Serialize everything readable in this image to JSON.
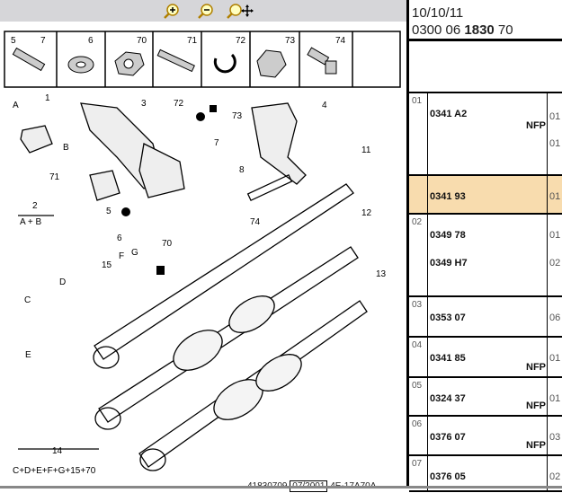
{
  "toolbar": {
    "zoom_in": "zoom-in",
    "zoom_out": "zoom-out",
    "zoom_fit": "zoom-pan"
  },
  "header": {
    "date": "10/10/11",
    "ref_prefix": "0300 06 ",
    "ref_bold": "1830",
    "ref_suffix": " 70"
  },
  "diagram": {
    "kit_labels": [
      "5",
      "7",
      "6",
      "70",
      "71",
      "72",
      "73",
      "74"
    ],
    "callouts": {
      "A": "A",
      "B": "B",
      "C": "C",
      "D": "D",
      "E": "E",
      "F": "F",
      "G": "G",
      "n1": "1",
      "n2": "2",
      "n3": "3",
      "n4": "4",
      "n5": "5",
      "n6": "6",
      "n7": "7",
      "n8": "8",
      "n11": "11",
      "n12": "12",
      "n13": "13",
      "n14": "14",
      "n15": "15",
      "n70": "70",
      "n71": "71",
      "n72": "72",
      "n73": "73",
      "n74": "74"
    },
    "kit2": "A + B",
    "kit14": "C+D+E+F+G+15+70",
    "footer": {
      "code": "41830709",
      "date": "07/2001",
      "ref": "4E-17A70A"
    }
  },
  "rows": [
    {
      "ref": "01",
      "parts": [
        {
          "pn": "0341 A2",
          "nfp": "NFP"
        }
      ],
      "qty": [
        "01",
        "01"
      ]
    },
    {
      "ref": "",
      "parts": [
        {
          "pn": "0341 93",
          "nfp": ""
        }
      ],
      "qty": [
        "01"
      ],
      "highlight": true
    },
    {
      "ref": "02",
      "parts": [
        {
          "pn": "0349 78",
          "nfp": ""
        },
        {
          "pn": "0349 H7",
          "nfp": ""
        }
      ],
      "qty": [
        "01",
        "02"
      ]
    },
    {
      "ref": "03",
      "parts": [
        {
          "pn": "0353 07",
          "nfp": ""
        }
      ],
      "qty": [
        "06"
      ]
    },
    {
      "ref": "04",
      "parts": [
        {
          "pn": "0341 85",
          "nfp": "NFP"
        }
      ],
      "qty": [
        "01"
      ]
    },
    {
      "ref": "05",
      "parts": [
        {
          "pn": "0324 37",
          "nfp": "NFP"
        }
      ],
      "qty": [
        "01"
      ]
    },
    {
      "ref": "06",
      "parts": [
        {
          "pn": "0376 07",
          "nfp": "NFP"
        }
      ],
      "qty": [
        "03"
      ]
    },
    {
      "ref": "07",
      "parts": [
        {
          "pn": "0376 05",
          "nfp": ""
        }
      ],
      "qty": [
        "02"
      ]
    }
  ]
}
